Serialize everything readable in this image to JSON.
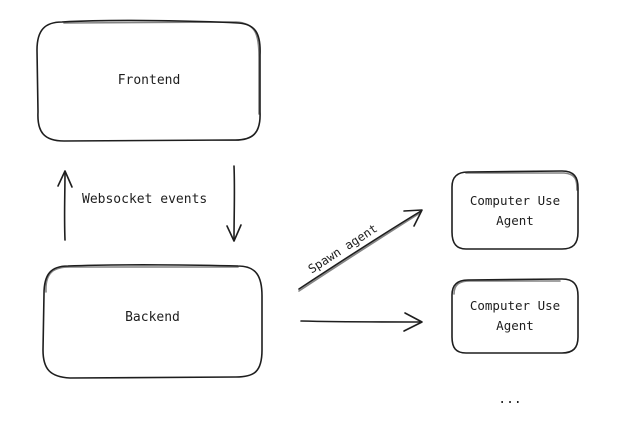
{
  "nodes": {
    "frontend": {
      "label": "Frontend"
    },
    "backend": {
      "label": "Backend"
    },
    "agent_1": {
      "line1": "Computer Use",
      "line2": "Agent"
    },
    "agent_2": {
      "line1": "Computer Use",
      "line2": "Agent"
    }
  },
  "edges": {
    "websocket": {
      "label": "Websocket events"
    },
    "spawn": {
      "label": "Spawn agent"
    }
  },
  "more": {
    "label": "..."
  },
  "colors": {
    "stroke": "#1e1e1e",
    "fill": "#ffffff"
  }
}
